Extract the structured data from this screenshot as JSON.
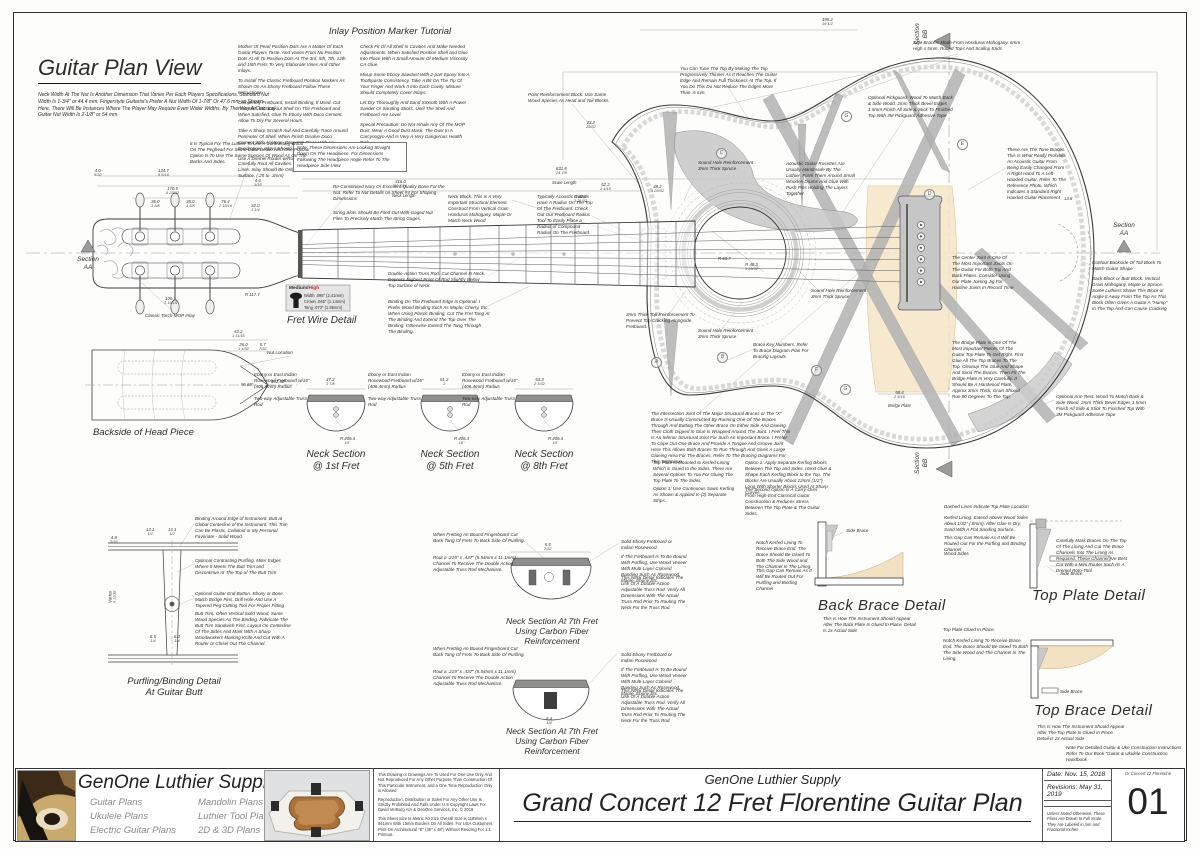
{
  "sheet": {
    "plan_title": "Guitar Plan View",
    "plan_note": "Neck Width At The Nut Is Another Dimension That Varies Per Each Players Specifications. Standard Nut Width Is 1-3/4\" or 44.4 mm. Fingerstyle Guitarist's Prefer A Nut Width Of 1-7/8\" Or 47.6 mm as Shown Here. There Will Be Instances Where The Player May Require Even Wider Widths. By The Way A Classical Guitar Nut Width Is 2-1/8\" or 54 mm."
  },
  "tutorial": {
    "title": "Inlay Position Marker Tutorial",
    "col1": [
      "Mother Of Pearl Position Dots Are A Matter Of Each Guitar Players Taste. And Varies From No Position Dots At All To Position Dots At The 3rd, 5th, 7th, 12th and 15th Frets To Very Elaborate Vines And Other Inlays.",
      "To Install The Classic Fretboard Position Markers As Shown On An Ebony Fretboard Follow These Instructions.",
      "Completely Fretboard, Install Binding, If Used. Cut Fret Slots Etc. Layout Shell On The Fretboard and When Satisfied, Glue To Ebony With Duco Cement. Allow To Dry For Several Hours.",
      "Take A Sharp Scratch Awl And Carefully Trace Around Perimeter Of Shell. When Finish Disolve Duco Cement With Acetone. Drop Into Place With an Eyedropper. Inlays Should Easly Pop Loose.",
      "Use A Dremel Router w/Router Base Install And Carefully Rout All Cavities. Stay Right On Scratch Lines. Inlay Should Be Only Slightly Above Fretboard Surface. (.25 to .3mm)"
    ],
    "col2": [
      "Check Fit Of All Shell In Cavities And Make Needed Adjustments. When Satisfied Position Shell and Glue Into Place With A Small Amount Of Medium Viscosity CA Glue.",
      "Mixup Some Ebony Sawdust With 2-part Epoxy Into A Toothpaste Consistency. Take A Bit On The Tip Of Your Finger And Work It Into Each Cavity. Mixture Should Completely Cover Inlays.",
      "Let Dry Thoroughly And Sand Smooth With A Power Sander Or Sanding Sticks, Until The Shell And Fretboard Are Level.",
      "Special Precaution: Do Not Inhale Any Of The MOP Dust. Wear A Good Dust Mask. The Dust In A Carcynogyn And Is Very A Very Dangerous Health Risk."
    ]
  },
  "notes": {
    "headpiece_box": "Note: These Dimensions Are Looking Straight Down On The Headpiece. For Dimensions Following The Headpiece Angle Refer To The Headpiece Side View",
    "peghead_wood": "It Is Typical For The Luthier To Use A Contrasting Wood On The Peghead For Some Extra Detail. Also One Popular Option Is To Use The Same Species Of Wood As On The Backs And Sides.",
    "nut_bone": "Re-Constituted Ivory Or Excellent Quality Bone For the Nut. Refer To Nut Details on Sheet #4 For Shaping Dimensions",
    "string_slots": "String Slots Should Be Filed Out With Gaged Nut Files To Precisely Match The String Gages.",
    "point_block": "Point Reinforcement Block. Use Same Wood Species As Head and Tail Blocks.",
    "tune_top": "You Can Tune The Top By Making The Top Progressively Thinner As It Reaches The Guitar Edge And Remain Full Thickness At The Top. If You Do This Do Not Reduce The Edges More Than .5 mm.",
    "side_braces": "Side Braces: Made From Honduras Mahogany. 6mm High x 5mm. Round Tops And Scallop Ends",
    "neck_block": "Neck Block. This Is A Very Important Structural Element. Construct From Vertical Grain Honduras Mahogany, Maple Or Match Neck Wood",
    "fretboard_radius": "Typically Acoustic Guitars Have A Radius On The Top Of The Fretboard. Check Out Our Fretboard Radius Tool To Easily Place a Radius of Compound Radius On The Fretboard.",
    "truss_rod": "Double-Action Truss Rod. Cut Channel In Neck. Depress Highest Point Of Rod Slightly Below Top Surface of Neck.",
    "fb_binding": "Binding On The Fretboard Edge Is Optional. I Prefer Wood Binding Such As Maple, Cherry, Etc. When Using Plastic Binding, Cut The Fret Tang At The Binding And Extend The Top Over The Binding. Otherwise Extend The Tang Through The Binding.",
    "top_reinf": "3mm Thick Top Reinforcement To Prevent Top Cracking Alongside Fretboard.",
    "mop_inlay": "Classic Torch MOP Inlay",
    "nut_location": "Nut Location",
    "rosettes": "Acoustic Guitar Rosettes Are Usually Handmade By The Luthier. Form Them Around Small Wooden Drums And Glue With Push Pins Holding The Layers Together",
    "pickguard": "Optional Pickguard. Wood To Match Back & Side Wood. 2mm Thick Bevel Edges 1.5mm Finish All Side & Stick To Finished Top With 3M Pickguard Adhesive Tape",
    "tone_braces": "These Are The Tone Braces. This Is What Really Prohibits An Acoustic Guitar From Being Easily Changed From A Right Hand To A Left-Handed Guitar. Refer To The Reference Photo, Which Indicates a Standard Right Handed Guitar Placement",
    "soundhole_reinf": "Sound Hole Reinforcement 3mm Thick Spruce",
    "brace_key": "Brace Key Numbers. Refer To Brace Diagram Plan For Bracing Layouts",
    "center_joint": "The Center Joint Is One Of The Most Important Joints On The Guitar For Both Top And Back Plates. Consider Using Our Plate Joining Jig For Hairline Joints In Record Time",
    "tail_contour": "Contour Backside Of Tail Block To Match Guitar Shape",
    "back_block": "Back Block or Butt Block. Vertical Grain Mahogany, Maple or Spruce. Some Luthiers Shave This Block or Angle It Away From The Top As This Block Often Gives A Guitar A \"Hump\" In The Top And Can Cause Cracking",
    "bridge_plate": "The Bridge Plate Is One Of The Most Important Pieces Of The Guitar Top Plate To Get Right. First Glue All The Top Braces To The Top. Cleanup The Glue And Shape And Sand The Braces. Then Fit The Bridge Plate In Very Carefully. It Should Be A Hardwood Plate, Approx 3mm Thick, Grain Should Run 90 Degrees To The Top.",
    "arm_rest": "Optional Arm Rest. Wood To Match Back & Side Wood. 2mm Thick Bevel Edges 1.5mm Finish All Side & Stick To Finished Top With 3M Pickguard Adhesive Tape",
    "x_brace": "The Intersection Joint Of The Major Structural Braces or The \"X\" Brace Is Usually Constructed By Running One Of The Braces Through And Butting The Other Brace On Either Side And Glueing. Then Cloth Dipped In Glue Is Wrapped Around The Joint. I Feel This Is An Inferior Structural Joint For Such An Important Brace. I Prefer To Cope Out One Brace And Provide A Tongue And Groove Joint Here This Allows Both Braces To Run Through And Gives A Large Glueing Area For The Braces. Refer To The Bracing Diagrams For This Technique.",
    "kerf_intro": "Top Plate is Mounted to Kerfed Lining Which is Glued to the Sides. There Are Several Options To You For Gluing The Top Plate To The Sides.",
    "kerf_opt1": "Option 1: Use Continuous Sawn Kerfing As Shown & Applied In (2) Separate Strips.",
    "kerf_opt2": "Option 2: Apply Separate Kerfing Blocks Between The Top and Sides. Hand Glue & Shape Each Kerfing Block to the Top. The Blocks Are Usually About 12mm (1/2\") Long With Shorter Blocks Used At Sharp Curves",
    "kerf_opt2b": "The Second Option Is A Carry-Over From High-End Classical Guitar Construction & Reduces Stress Between The Top Plate & The Guitar Sides.",
    "binding_edge": "Binding Around Edge of Instrument. Butt at Global Centerline of the Instrument. This Trim Can Be Plastic, Celluloid or My Personal Favoriate - Solid Wood.",
    "contrast_purfling": "Optional Contrasting Purfling. Miter Edges Where It Meets The Butt Trim and Discontinue At The Top of The Butt Trim",
    "end_button": "Optional Guitar End Button. Ebony or Bone. Match Bridge Pins. Drill Hole And Use A Tapered Peg-Cutting Tool For Proper Fitting",
    "butt_trim": "Butt Trim. Often Vertical Solid Wood, Same Wood Species As The Binding. Fabricate The Butt Trim Sandwich First, Layout On Centerline Of The Sides And Mark With A Sharp Woodworkers Marking Knife And Cut With A Router or Chisel Out The Channel.",
    "cut_back": "When Fretting An Bound Fingerboard Cut Back Tang Of Frets To Back Side Of Purfling.",
    "rout_channel": "Rout a .219\" x .437\" (5.54mm x 11.1mm) Channel To Receive The Double Action Adjustable Truss Rod Mechanism.",
    "solid_ebony": "Solid Ebony Fretboard or Indian Rosewood.",
    "bound_purfling": "If The Fretboard Is To Be Bound With Purfling, Use Wood Veneer With Multi-Layer Colored Banding Such As Rosewood, Maple, Ebony Etc.",
    "truss_detail": "This Neck Detail Indicates The Use Of A Double-Action Adjustable Truss Rod. Verify All Dimensions With The Actual Truss Rod Prior To Routing The Neck For the Truss Rod.",
    "ebony_fb": "Ebony or East Indian Rosewood Fretboard w/16\" (406.4mm) Radius",
    "twoway_truss": "Two-way Adjustable Truss Rod",
    "bb_notch": "Notch Kerfed Lining To Receive Brace End. The Brace Should Be Glued To Both The Side Wood and The Channel In The Lining.",
    "bb_gap": "This Gap Can Remain As It Will Be Routed Out For Purfling and Binding Channel",
    "side_brace": "Side Brace",
    "wood_sides": "Wood Sides",
    "bb_caption": "This Is How The Instrument Should Appear After The Back Plate Is Glued In Place. Detail Is 2x Actual Side",
    "tp_dashed": "Dashed Lines Indicate Top Plate Location",
    "tp_kerfed": "Kerfed Lining. Extend Above Wood Sides About 1/32\" (.8mm). After Glue Is Dry, Sand With A Flat Sanding Surface.",
    "tp_gap": "This Gap Can Remain As It Will Be Routed Out For the Purfling and Binding Channel",
    "tp_mark": "Carefully Mark Braces On The Top Of The Lining And Cut The Brace Channels Into The Lining As Required. These Channel Are Best Cut With a Mini Router Such As A Dremel Roto-Tool",
    "tb_glued": "Top Plate Glued In Place.",
    "tb_caption": "This Is How The Instrument Should Appear After The Top Plate Is Glued In Place. Detail Is 2x Actual Side",
    "handbook": "Note For Detailed Guitar & Uke Construction Instructions Refer To Our Book \"Guitar & Ukulele Construction Handbook"
  },
  "fretwire": {
    "title": "Fret Wire Detail",
    "grade_black": "Medium/",
    "grade_red": "High",
    "rows": [
      "Width .095\" (2.41mm)",
      "Crown .045\" (1.14mm)",
      "Tang  .073\" (1.85mm)"
    ]
  },
  "details": {
    "headback": "Backside of Head Piece",
    "ns1": "Neck Section\n@ 1st Fret",
    "ns5": "Neck Section\n@ 5th Fret",
    "ns8": "Neck Section\n@ 8th Fret",
    "purfling": "Purfling/Binding Detail\nAt Guitar Butt",
    "carbon": "Neck Section At 7th Fret\nUsing Carbon Fiber\nReinforcement",
    "back_brace": "Back Brace Detail",
    "top_plate": "Top Plate Detail",
    "top_brace": "Top Brace Detail"
  },
  "sections": {
    "aa": "Section\nAA",
    "bb": "Section\nBB"
  },
  "brace_keys": [
    "A",
    "B",
    "C",
    "D",
    "E",
    "F",
    "G"
  ],
  "dims": {
    "d495": [
      "495.2",
      "19 1/2"
    ],
    "d40": [
      "4.0",
      "5/32"
    ],
    "d134": [
      "134.7",
      "5 5/16"
    ],
    "d170": [
      "170.5",
      "6 23/32"
    ],
    "d36": [
      "36.0",
      "1 3/8"
    ],
    "d35": [
      "35.0",
      "1 3/8"
    ],
    "d76": [
      "76.4",
      "2 15/16"
    ],
    "d32": [
      "32.0",
      "1 1/4"
    ],
    "d46": [
      "4.6",
      "3/16"
    ],
    "d631": [
      "631.8",
      "24 7/8"
    ],
    "d316": [
      "316.0",
      "12 7/16"
    ],
    "d232": [
      "23.2",
      "29/32"
    ],
    "d522": [
      "52.2",
      "2 1/16"
    ],
    "d482": [
      "48.2",
      "1 29/32"
    ],
    "dR62": [
      "R 62.0",
      "1 21/32"
    ],
    "dR637": [
      "R 63.7",
      ""
    ],
    "dR483": [
      "R 48.3",
      "1 29/32"
    ],
    "d138": [
      "13.8",
      ""
    ],
    "d584": [
      "58.4",
      "2 5/16"
    ],
    "d1001": [
      "100.1",
      "3 15/16"
    ],
    "dR117": [
      "R 117.7",
      ""
    ],
    "d432": [
      "43.2",
      "1 11/16"
    ],
    "d26": [
      "26.0",
      "1 1/32"
    ],
    "d57": [
      "5.7",
      "7/32"
    ],
    "a96": [
      "96.69°",
      ""
    ],
    "a101": [
      "101.50°",
      ""
    ],
    "d472": [
      "47.2",
      "1 7/8"
    ],
    "d512": [
      "51.2",
      "2"
    ],
    "d533": [
      "53.3",
      "2 3/32"
    ],
    "dR406": [
      "R 406.4",
      "16\""
    ],
    "d55": [
      "5.5",
      "7/32"
    ],
    "d64": [
      "6.4",
      "1/4"
    ],
    "d131": [
      "13.1",
      "1/2"
    ],
    "d65": [
      "6.5",
      "1/4"
    ],
    "d63": [
      "6.3",
      "1/4"
    ],
    "d48": [
      "4.8",
      "3/16"
    ],
    "dvar": [
      "Varies",
      "4 11/32"
    ]
  },
  "words": {
    "scale_len": "Scale Length",
    "neck_len": "Neck Length",
    "bridge_plate": "Bridge Plate"
  },
  "title_block": {
    "company": "GenOne Luthier Supplies",
    "plans_col1": [
      "Guitar Plans",
      "Ukulele Plans",
      "Electric Guitar Plans"
    ],
    "plans_col2": [
      "Mandolin Plans",
      "Luthier Tool Plans",
      "2D & 3D Plans"
    ],
    "legal1": "This Drawing or Drawings Are To Used For One Use Only And Not Reproduced For Any Other Purpose Than Construction Of This Particular Instrument, and a One Time Reproduction Only is Allowed",
    "legal2": "Reproduction, Distribution or Sales For Any Other Use Is Strictly Prohibited And Falls Under U.S Copyright Laws For David VerBurg AIA & GenOne Services, Inc. © 2019",
    "legal3": "This Sheet Size Is Metric A0 Size Overall Size is 1189mm x 841mm With 15mm Borders On All Sides. For USA Customers Print On Architectural \"E\" (36\" x 48\") Without Resizing For 1:1 Printout.",
    "brand": "GenOne Luthier Supply",
    "title": "Grand Concert 12 Fret Florentine Guitar Plan",
    "date": "Date: Nov. 15, 2018",
    "revisions": "Revisions: May 31, 2019",
    "scale_note": "Unless Noted Otherwise, These Plans Are Drawn to Full Scale. They Are Labeled in mm and Fractional Inches",
    "code": "Gr Concert 12 Florentine",
    "sheet_no": "01"
  }
}
